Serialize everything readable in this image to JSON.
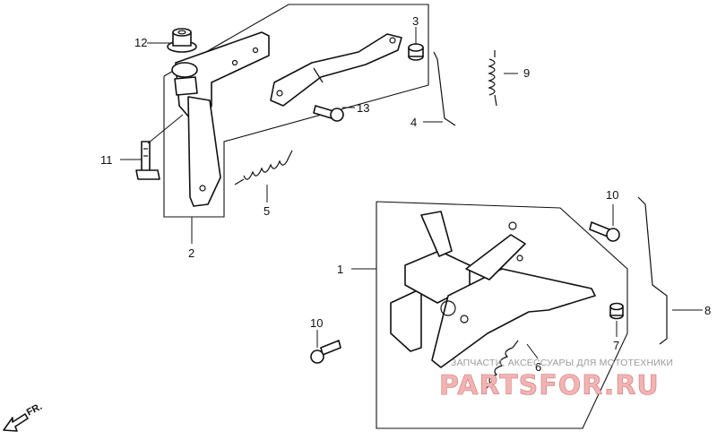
{
  "labels": {
    "p1": "1",
    "p2": "2",
    "p3": "3",
    "p4": "4",
    "p5": "5",
    "p6": "6",
    "p7": "7",
    "p8": "8",
    "p9": "9",
    "p10a": "10",
    "p10b": "10",
    "p11": "11",
    "p12": "12",
    "p13": "13"
  },
  "direction": {
    "label": "FR."
  },
  "watermark": {
    "caption": "ЗАПЧАСТИ, АКСЕССУАРЫ ДЛЯ МОТОТЕХНИКИ",
    "brand": "PARTSFOR.RU"
  }
}
